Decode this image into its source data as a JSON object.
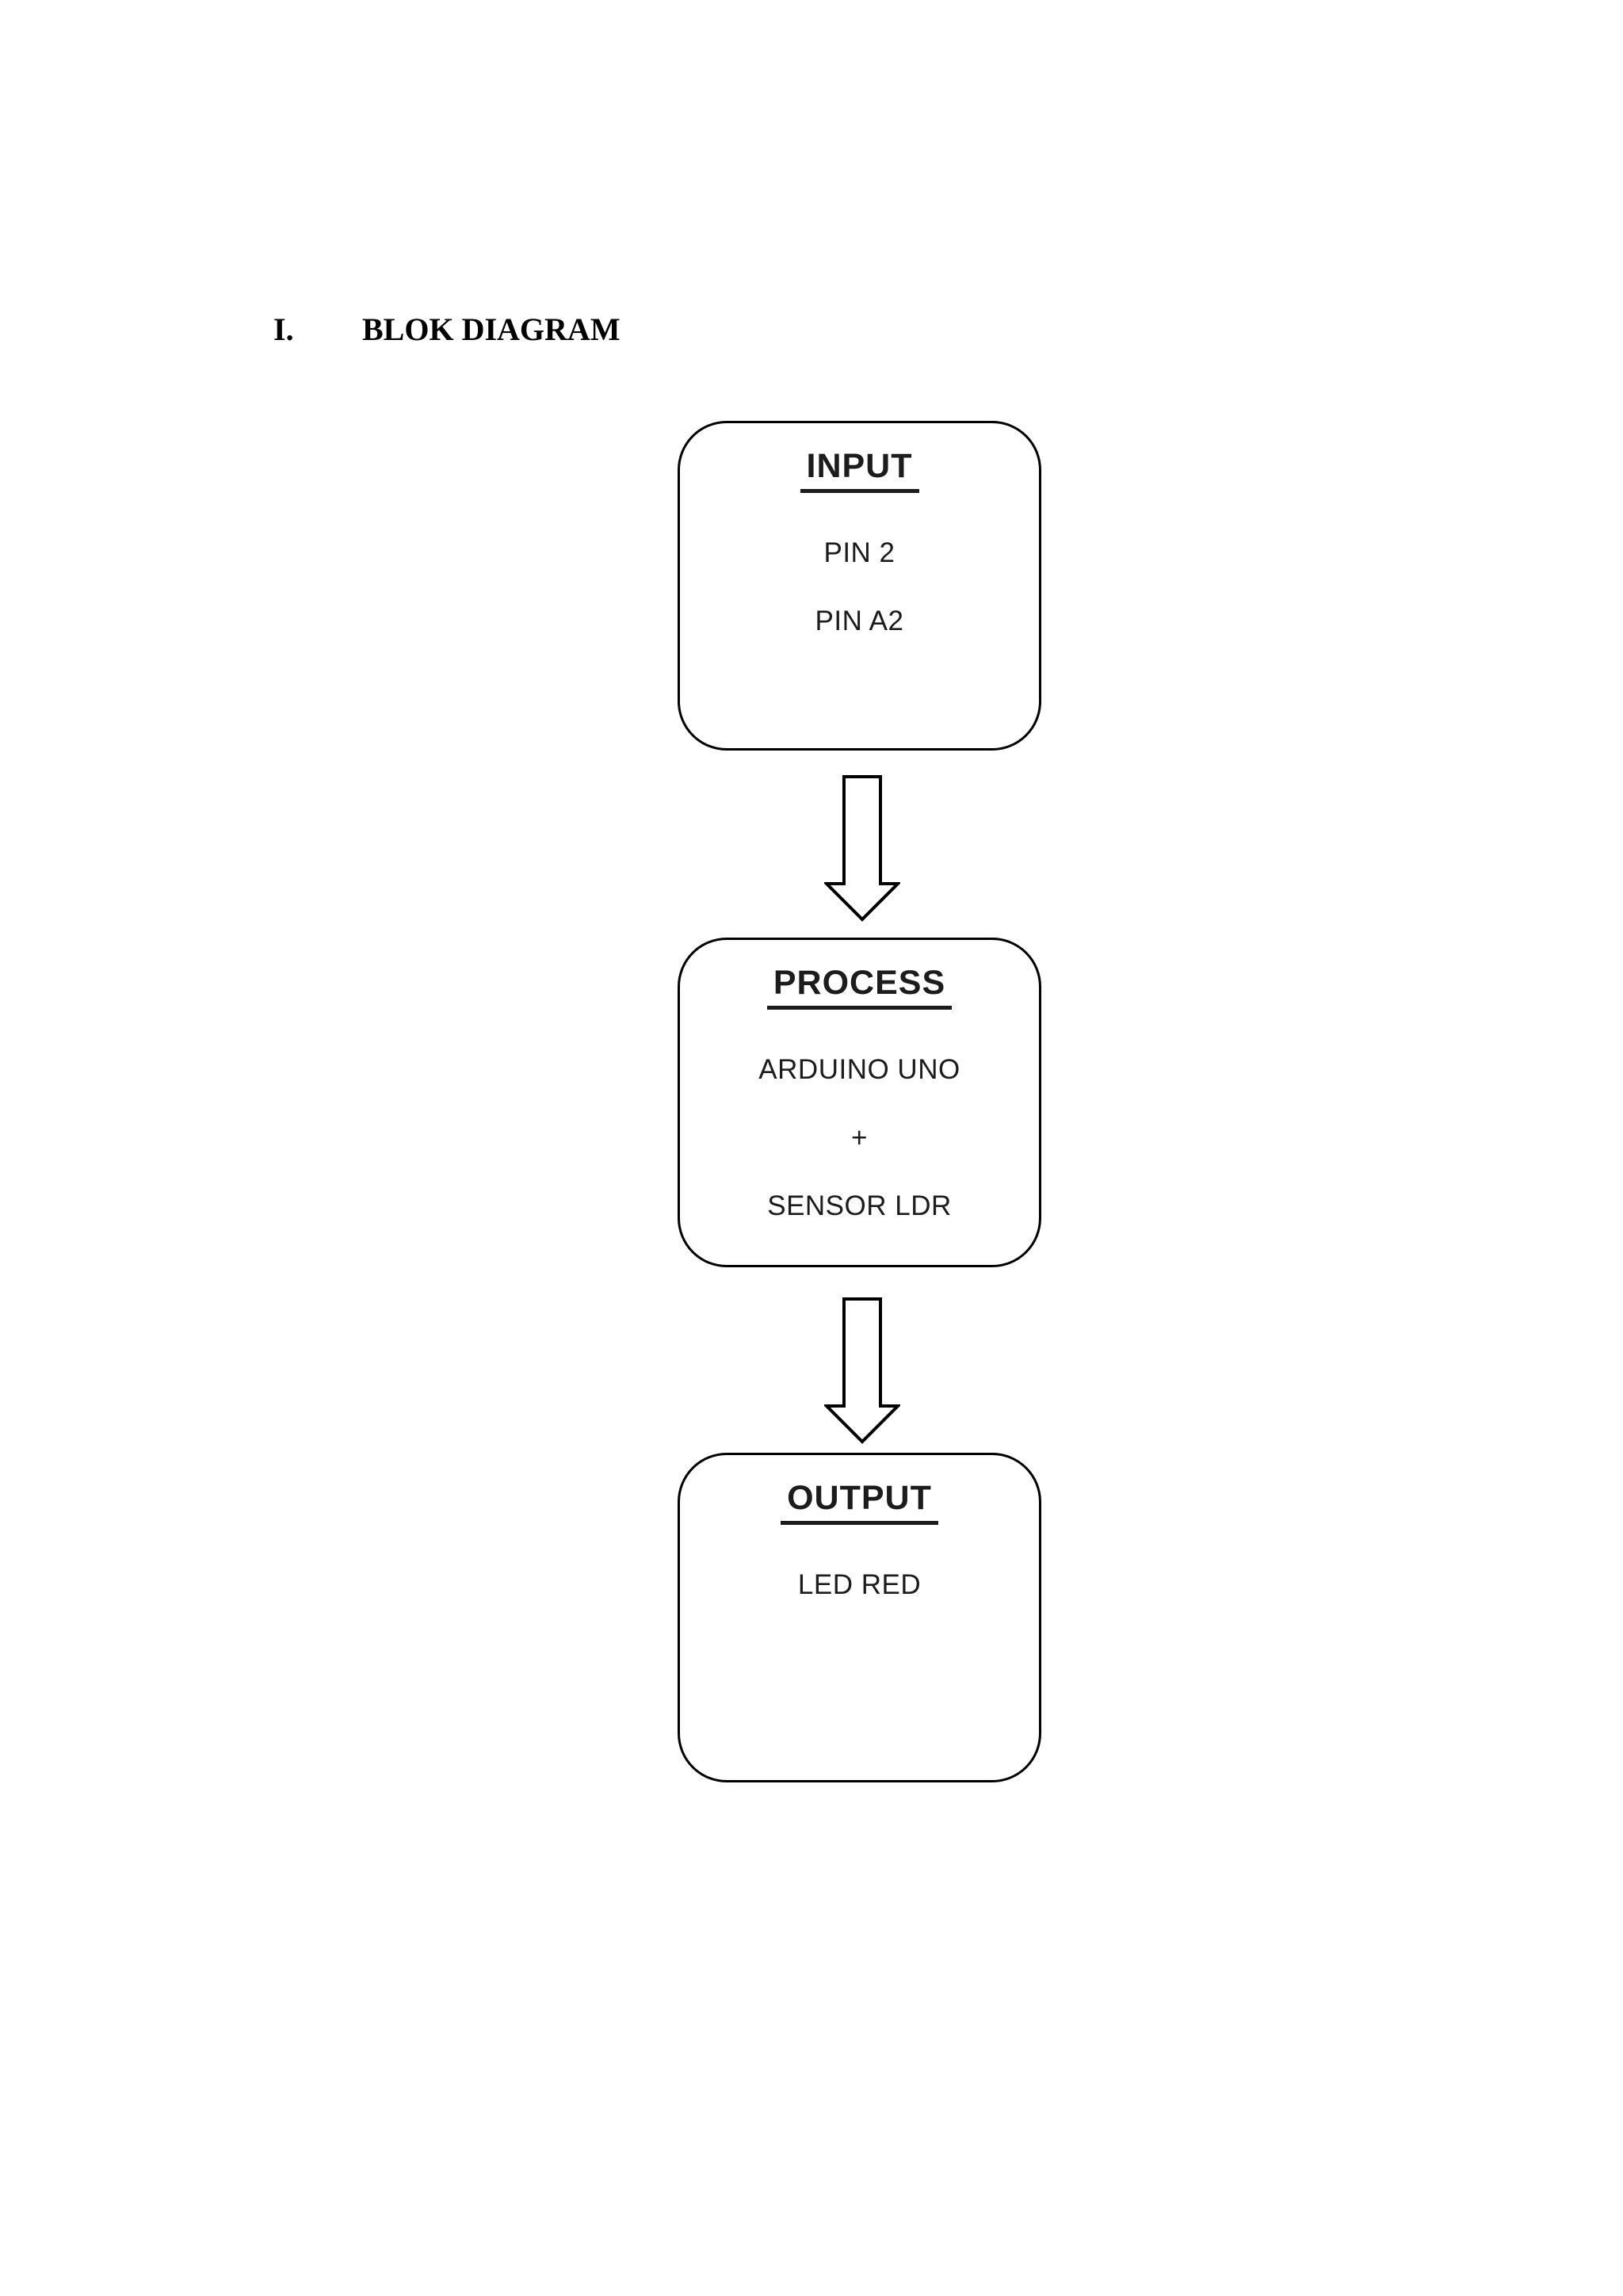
{
  "heading": {
    "numeral": "I.",
    "title": "BLOK DIAGRAM"
  },
  "diagram": {
    "blocks": [
      {
        "title": "INPUT",
        "lines": [
          "PIN 2",
          "PIN A2"
        ]
      },
      {
        "title": "PROCESS",
        "lines": [
          "ARDUINO UNO",
          "+",
          "SENSOR LDR"
        ]
      },
      {
        "title": "OUTPUT",
        "lines": [
          "LED RED"
        ]
      }
    ],
    "connectors": [
      {
        "from": "INPUT",
        "to": "PROCESS",
        "shape": "block-arrow-down"
      },
      {
        "from": "PROCESS",
        "to": "OUTPUT",
        "shape": "block-arrow-down"
      }
    ],
    "colors": {
      "stroke": "#000000",
      "fill": "#ffffff",
      "text": "#1c1c1c",
      "page_background": "#ffffff"
    }
  }
}
